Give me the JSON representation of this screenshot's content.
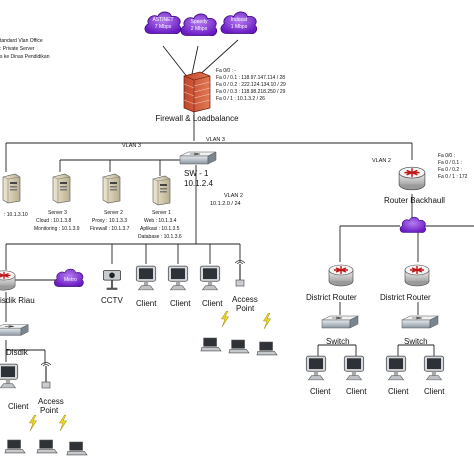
{
  "legend": [
    "tandard Vlan Office",
    ": Private Server",
    "s ke Dinas Pendidikan"
  ],
  "isp_clouds": [
    {
      "line1": "ASTINET",
      "line2": "7 Mbps"
    },
    {
      "line1": "Speedy",
      "line2": "2 Mbps"
    },
    {
      "line1": "Indosat",
      "line2": "1 Mbps"
    }
  ],
  "firewall": {
    "label": "Firewall & Loadbalance",
    "interfaces": [
      "Fa 0/0  :  -",
      "Fa 0 / 0.1 : 118.97.147.114 / 28",
      "Fa 0 / 0.2 : 222.124.134.10 / 29",
      "Fa 0 / 0.3 : 118.98.218.250 / 29",
      "Fa 0 / 1 :  10.1.3.2 / 26"
    ]
  },
  "vlan3_left": "VLAN 3",
  "vlan3_top": "VLAN 3",
  "vlan2_mid": "VLAN 2",
  "vlan2_right": "VLAN 2",
  "switch_main": {
    "name": "SW - 1",
    "ip": "10.1.2.4"
  },
  "vlan2_net": {
    "vlan": "VLAN 2",
    "subnet": "10.1.2.0 / 24"
  },
  "servers": [
    {
      "name": "",
      "lines": [
        ": 10.1.3.10"
      ]
    },
    {
      "name": "Server 3",
      "lines": [
        "Cloud : 10.1.3.8",
        "Monitoring : 10.1.3.9"
      ]
    },
    {
      "name": "Server 2",
      "lines": [
        "Proxy : 10.1.3.3",
        "Firewall : 10.1.3.7"
      ]
    },
    {
      "name": "Server 1",
      "lines": [
        "Web : 10.1.3.4",
        "Aplikasi : 10.1.3.5",
        "Database : 10.1.3.6"
      ]
    }
  ],
  "router_backhaul": {
    "label": "Router Backhaull",
    "interfaces": [
      "Fa 0/0 :",
      "Fa 0 / 0.1 :",
      "Fa 0 / 0.2 :",
      "Fa 0 / 1 : 172"
    ]
  },
  "metro_label": "Metro",
  "disdik_riau": "isdik Riau",
  "disdik": "Disdik",
  "cctv": "CCTV",
  "client": "Client",
  "access_point": {
    "line1": "Access",
    "line2": "Point"
  },
  "district_router": "District Router",
  "switch": "Switch"
}
